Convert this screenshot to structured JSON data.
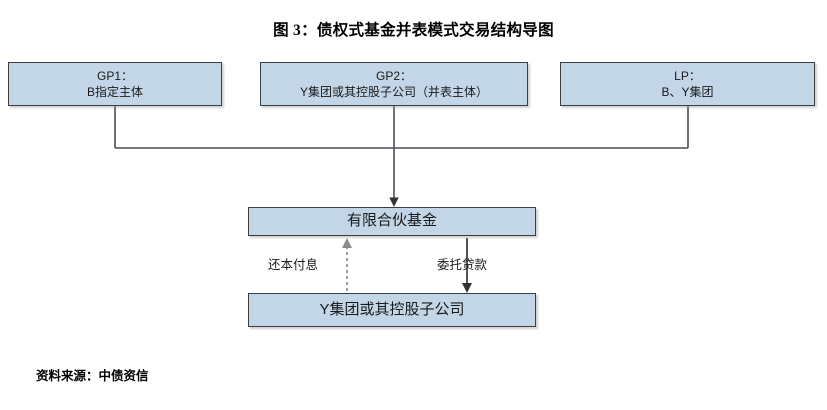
{
  "figure": {
    "title": "图 3：债权式基金并表模式交易结构导图",
    "source_note": "资料来源：中债资信",
    "accent_fill": "#c3d6e8",
    "border_color": "#3b3f44",
    "solid_arrow_color": "#000000",
    "dashed_arrow_color": "#8c8c8c"
  },
  "nodes": {
    "gp1": {
      "line1": "GP1：",
      "line2": "B指定主体"
    },
    "gp2": {
      "line1": "GP2：",
      "line2": "Y集团或其控股子公司（并表主体）"
    },
    "lp": {
      "line1": "LP：",
      "line2": "B、Y集团"
    },
    "fund": {
      "line1": "有限合伙基金"
    },
    "subsidiary": {
      "line1": "Y集团或其控股子公司"
    }
  },
  "edges": {
    "repay": {
      "label": "还本付息",
      "style": "dashed",
      "direction": "up"
    },
    "loan": {
      "label": "委托贷款",
      "style": "solid",
      "direction": "down"
    },
    "contribution": {
      "label": "",
      "style": "solid",
      "direction": "down"
    }
  }
}
